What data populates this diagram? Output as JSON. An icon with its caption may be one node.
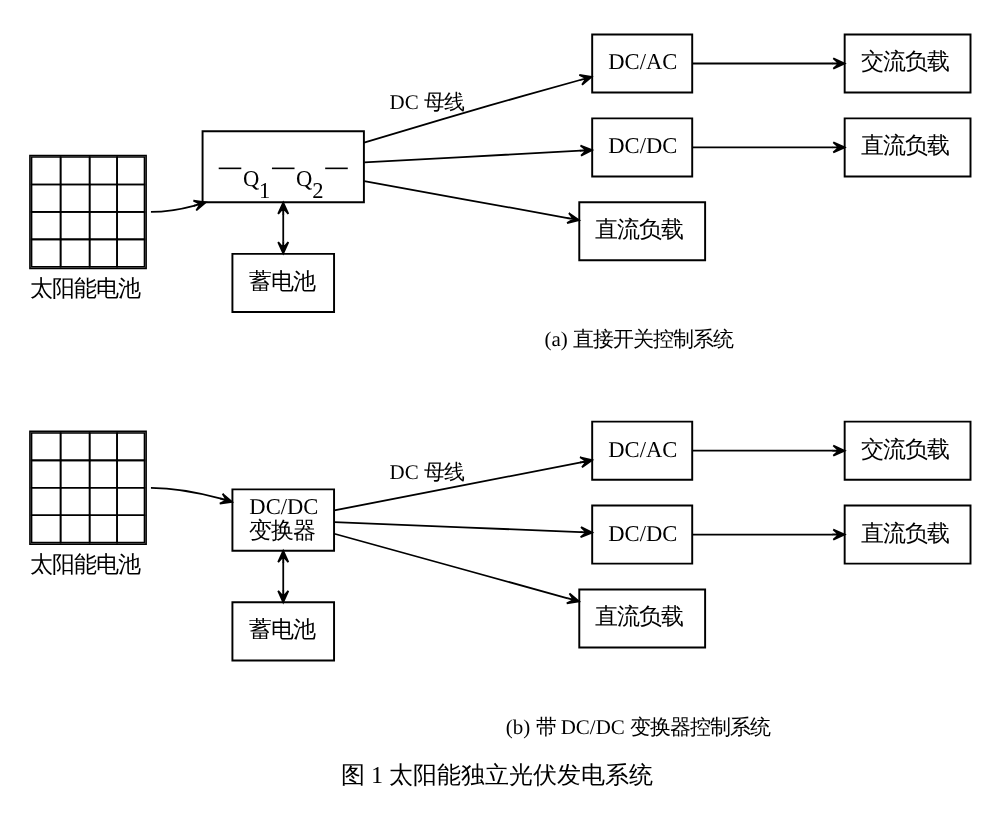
{
  "diagram": {
    "caption": "图 1 太阳能独立光伏发电系统",
    "nodes": [
      {
        "text": [],
        "shape": "picture",
        "beside": [
          "太阳能电池"
        ]
      },
      {
        "text": [
          "Q$_{1}$",
          "Q$_{2}$"
        ]
      },
      {
        "text": [
          "蓄电池"
        ]
      },
      {
        "text": [
          "DC/AC"
        ]
      },
      {
        "text": [
          "交流负载"
        ]
      },
      {
        "text": [
          "DC/DC"
        ]
      },
      {
        "text": [
          "直流负载"
        ]
      },
      {
        "text": [
          "直流负载"
        ]
      },
      {
        "text": [],
        "shape": "picture",
        "beside": [
          "太阳能电池"
        ]
      },
      {
        "text": [
          "DC/DC 变换器"
        ]
      },
      {
        "text": [
          "蓄电池"
        ]
      },
      {
        "text": [
          "DC/AC"
        ]
      },
      {
        "text": [
          "交流负载"
        ]
      },
      {
        "text": [
          "DC/DC"
        ]
      },
      {
        "text": [
          "直流负载"
        ]
      },
      {
        "text": [
          "直流负载"
        ]
      }
    ],
    "edges": [
      {
        "from": 0,
        "to": 1,
        "arrow": "to"
      },
      {
        "from": 1,
        "to": 2,
        "arrow": "both"
      },
      {
        "from": 1,
        "to": 3,
        "arrow": "to",
        "label": "DC 母线"
      },
      {
        "from": 1,
        "to": 5,
        "arrow": "to"
      },
      {
        "from": 1,
        "to": 7,
        "arrow": "to"
      },
      {
        "from": 3,
        "to": 4,
        "arrow": "to"
      },
      {
        "from": 5,
        "to": 6,
        "arrow": "to"
      },
      {
        "from": 8,
        "to": 9,
        "arrow": "to"
      },
      {
        "from": 9,
        "to": 10,
        "arrow": "both"
      },
      {
        "from": 9,
        "to": 11,
        "arrow": "to",
        "label": "DC 母线"
      },
      {
        "from": 9,
        "to": 13,
        "arrow": "to"
      },
      {
        "from": 9,
        "to": 15,
        "arrow": "to"
      },
      {
        "from": 11,
        "to": 12,
        "arrow": "to"
      },
      {
        "from": 13,
        "to": 14,
        "arrow": "to"
      }
    ],
    "labels": [
      "(a) 直接开关控制系统",
      "(b) 带 DC/DC 变换器控制系统"
    ]
  }
}
